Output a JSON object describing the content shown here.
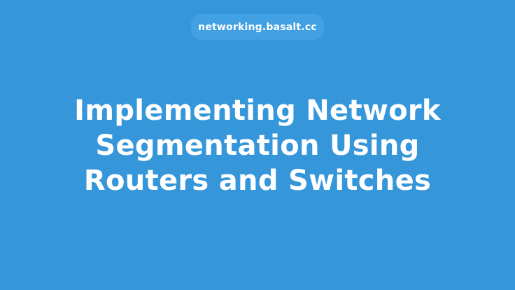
{
  "site": {
    "domain": "networking.basalt.cc"
  },
  "article": {
    "title_lines": [
      "Implementing Network",
      "Segmentation Using",
      "Routers and Switches"
    ]
  },
  "colors": {
    "background": "#3597da",
    "pill": "#42a1e2",
    "text": "#ffffff"
  }
}
